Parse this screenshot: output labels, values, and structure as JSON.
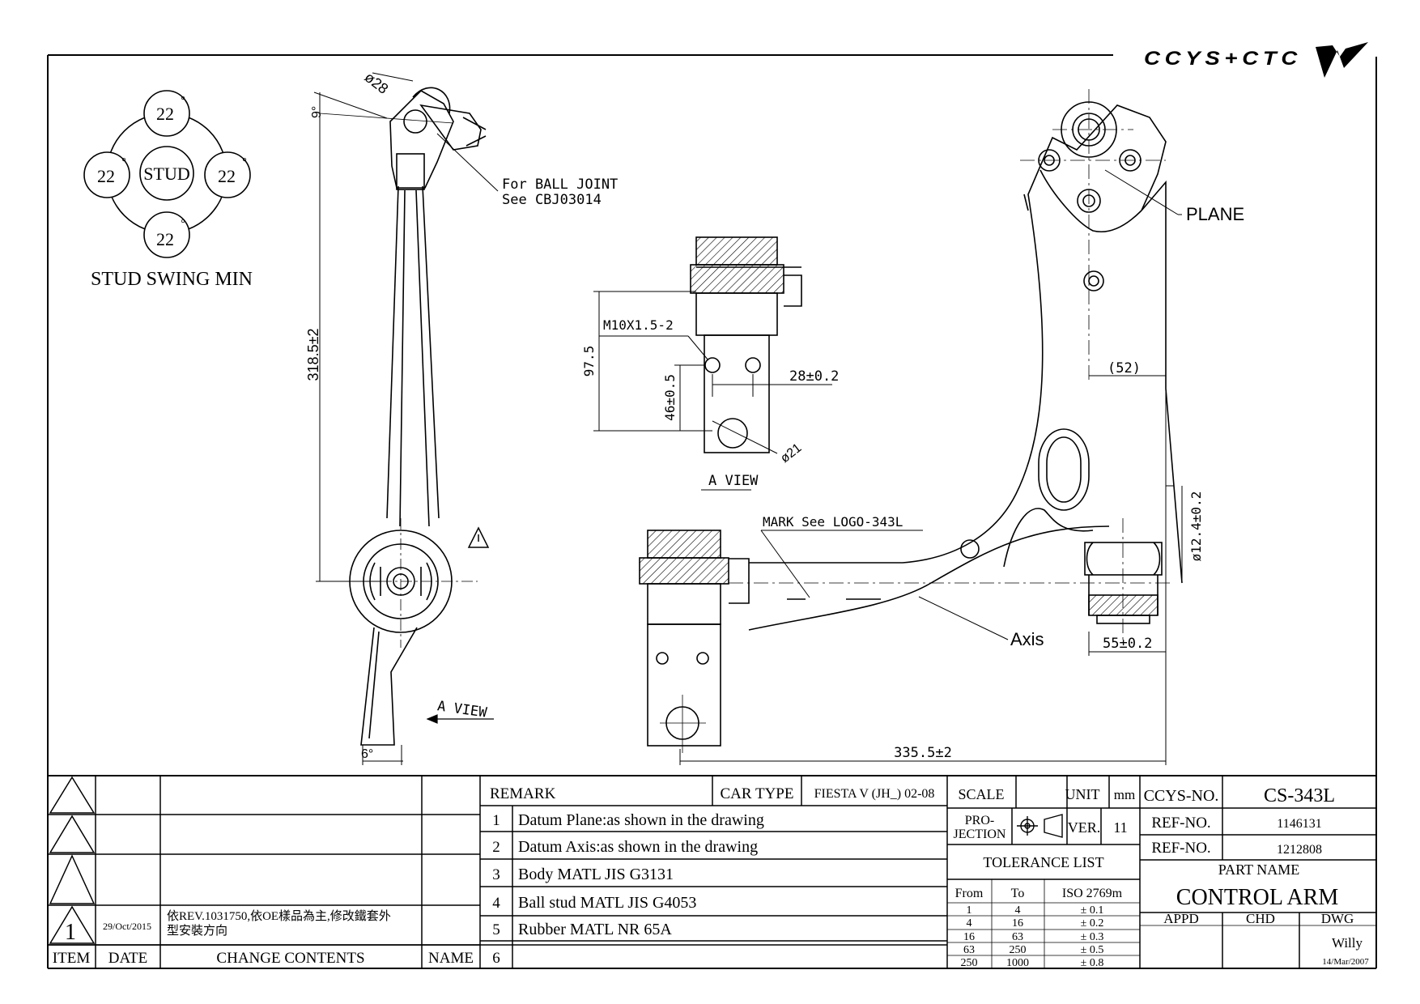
{
  "brand": {
    "logo_text": "CCYS+CTC"
  },
  "callouts": {
    "ball_joint_1": "For BALL JOINT",
    "ball_joint_2": "See CBJ03014",
    "plane": "PLANE",
    "axis": "Axis",
    "mark_logo": "MARK See LOGO-343L",
    "a_view_section": "A VIEW",
    "a_view_arrow": "A VIEW"
  },
  "dimensions": {
    "ball_dia": "ø28",
    "tilt_angle": "9°",
    "side_length": "318.5±2",
    "bottom_angle": "6°",
    "thread": "M10X1.5-2",
    "height_97": "97.5",
    "height_46": "46±0.5",
    "spacing_28": "28±0.2",
    "hole_dia": "ø21",
    "offset_52": "(52)",
    "bush_dia": "ø12.4±0.2",
    "width_55": "55±0.2",
    "overall": "335.5±2"
  },
  "stud_swing": {
    "center": "STUD",
    "top": "22",
    "left": "22",
    "right": "22",
    "bottom": "22",
    "degree": "°",
    "caption": "STUD SWING MIN"
  },
  "title_block": {
    "remark_label": "REMARK",
    "car_type_label": "CAR TYPE",
    "car_type": "FIESTA V (JH_) 02-08",
    "remarks": [
      {
        "no": "1",
        "text": "Datum Plane:as shown in the drawing"
      },
      {
        "no": "2",
        "text": "Datum Axis:as shown in the drawing"
      },
      {
        "no": "3",
        "text": "Body MATL JIS G3131"
      },
      {
        "no": "4",
        "text": "Ball stud MATL JIS G4053"
      },
      {
        "no": "5",
        "text": "Rubber MATL NR 65A"
      },
      {
        "no": "6",
        "text": ""
      }
    ],
    "scale_label": "SCALE",
    "unit_label": "UNIT",
    "unit": "mm",
    "projection_label_1": "PRO-",
    "projection_label_2": "JECTION",
    "ver_label": "VER.",
    "ver": "11",
    "tolerance_title": "TOLERANCE LIST",
    "tolerance_headers": [
      "From",
      "To",
      "ISO 2769m"
    ],
    "tolerance_rows": [
      [
        "1",
        "4",
        "± 0.1"
      ],
      [
        "4",
        "16",
        "± 0.2"
      ],
      [
        "16",
        "63",
        "± 0.3"
      ],
      [
        "63",
        "250",
        "± 0.5"
      ],
      [
        "250",
        "1000",
        "± 0.8"
      ]
    ],
    "ccys_no_label": "CCYS-NO.",
    "ccys_no": "CS-343L",
    "ref_no_label": "REF-NO.",
    "ref_no_1": "1146131",
    "ref_no_2": "1212808",
    "part_name_label": "PART NAME",
    "part_name": "CONTROL ARM",
    "appd_label": "APPD",
    "chd_label": "CHD",
    "dwg_label": "DWG",
    "dwg_by": "Willy",
    "dwg_date": "14/Mar/2007"
  },
  "revision": {
    "headers": {
      "item": "ITEM",
      "date": "DATE",
      "change": "CHANGE CONTENTS",
      "name": "NAME"
    },
    "rows": [
      {
        "item": "",
        "date": "",
        "change": "",
        "name": ""
      },
      {
        "item": "",
        "date": "",
        "change": "",
        "name": ""
      },
      {
        "item": "",
        "date": "",
        "change": "",
        "name": ""
      },
      {
        "item": "1",
        "date": "29/Oct/2015",
        "change_line1": "依REV.1031750,依OE樣品為主,修改鐵套外",
        "change_line2": "型安裝方向",
        "name": ""
      }
    ]
  }
}
